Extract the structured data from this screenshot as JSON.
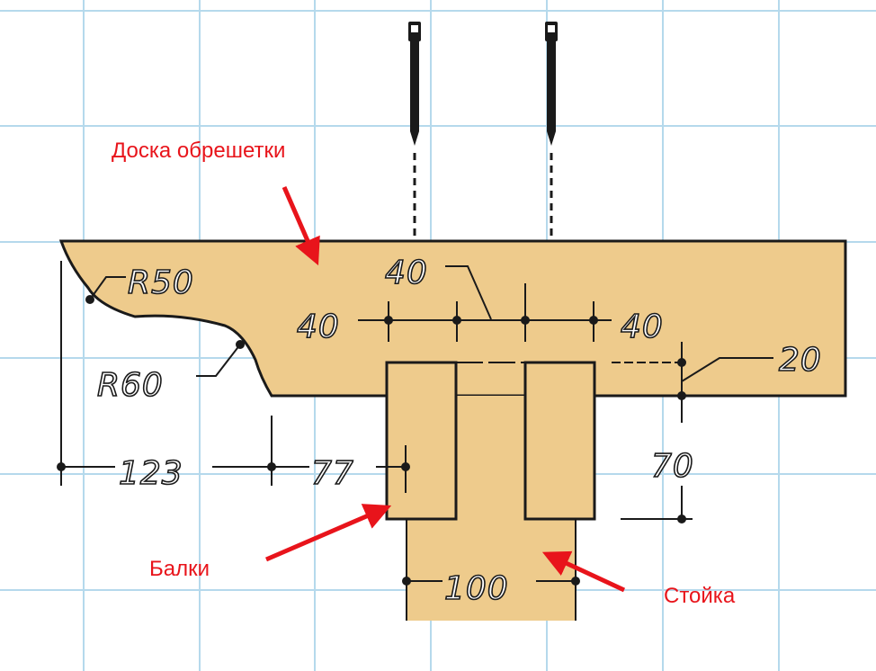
{
  "colors": {
    "grid": "#b5d9ec",
    "wood": "#eecb8c",
    "outline": "#1a1a1a",
    "arrow": "#e8141b"
  },
  "labels": {
    "board": "Доска обрешетки",
    "beams": "Балки",
    "post": "Стойка"
  },
  "dimensions": {
    "r50": "R50",
    "r60": "R60",
    "d40_top": "40",
    "d40_left": "40",
    "d40_right": "40",
    "d20": "20",
    "d123": "123",
    "d77": "77",
    "d70": "70",
    "d100": "100"
  },
  "icons": [
    "bolt-icon",
    "bolt-icon"
  ]
}
